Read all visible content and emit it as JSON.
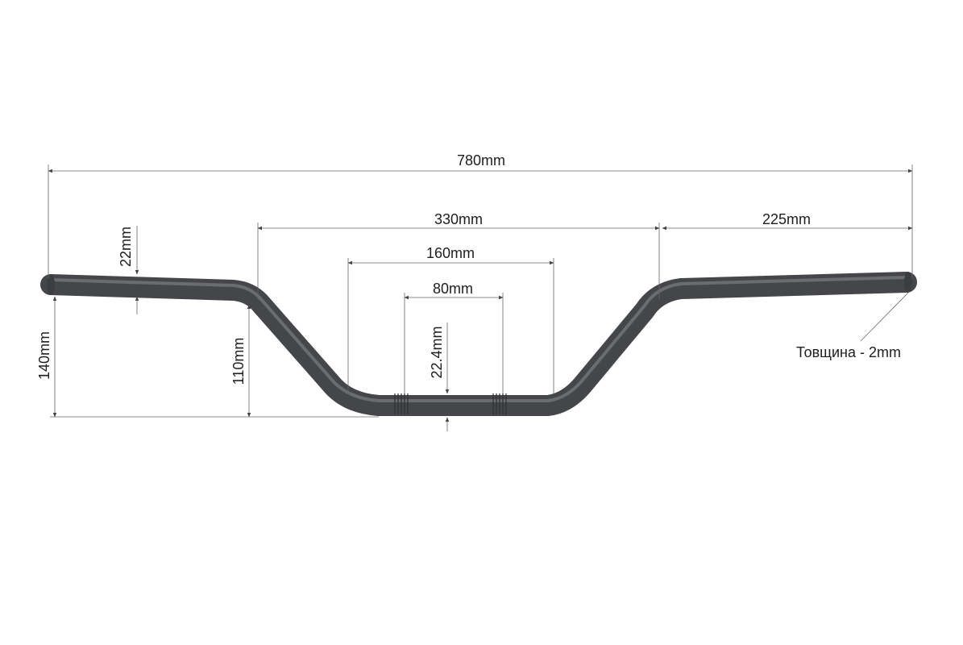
{
  "diagram": {
    "subject_icon": "handlebar-icon",
    "colors": {
      "bar": "#4a4b4d",
      "bar_highlight": "#7a7b7e",
      "dimension_line": "#444444",
      "text": "#1e1e1e",
      "background": "#ffffff"
    },
    "dimensions": {
      "overall_width": "780mm",
      "bend_width": "330mm",
      "end_section": "225mm",
      "knurl_outer": "160mm",
      "knurl_inner": "80mm",
      "grip_diameter": "22mm",
      "center_diameter": "22.4mm",
      "rise_total": "140mm",
      "rise_bend": "110mm"
    },
    "note": "Товщина - 2mm"
  }
}
